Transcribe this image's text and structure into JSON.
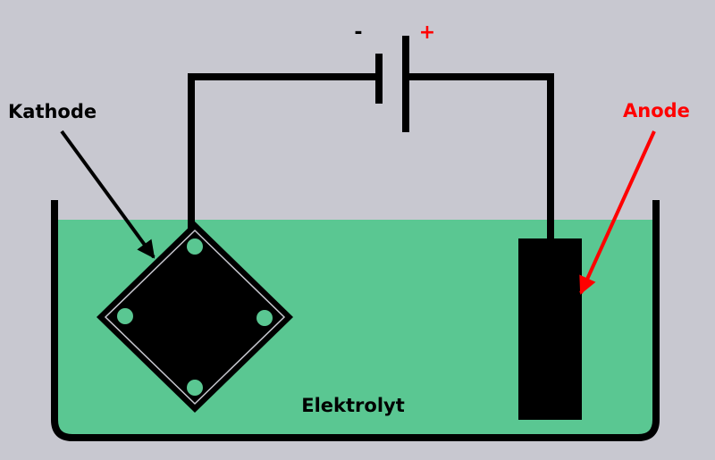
{
  "labels": {
    "cathode": "Kathode",
    "anode": "Anode",
    "electrolyte": "Elektrolyt",
    "minus": "-",
    "plus": "+"
  },
  "colors": {
    "background": "#c8c8d0",
    "electrolyte": "#5ac792",
    "electrode": "#000000",
    "wire": "#000000",
    "anode_label": "#ff0000",
    "cathode_label": "#000000",
    "pore": "#5ac792"
  }
}
